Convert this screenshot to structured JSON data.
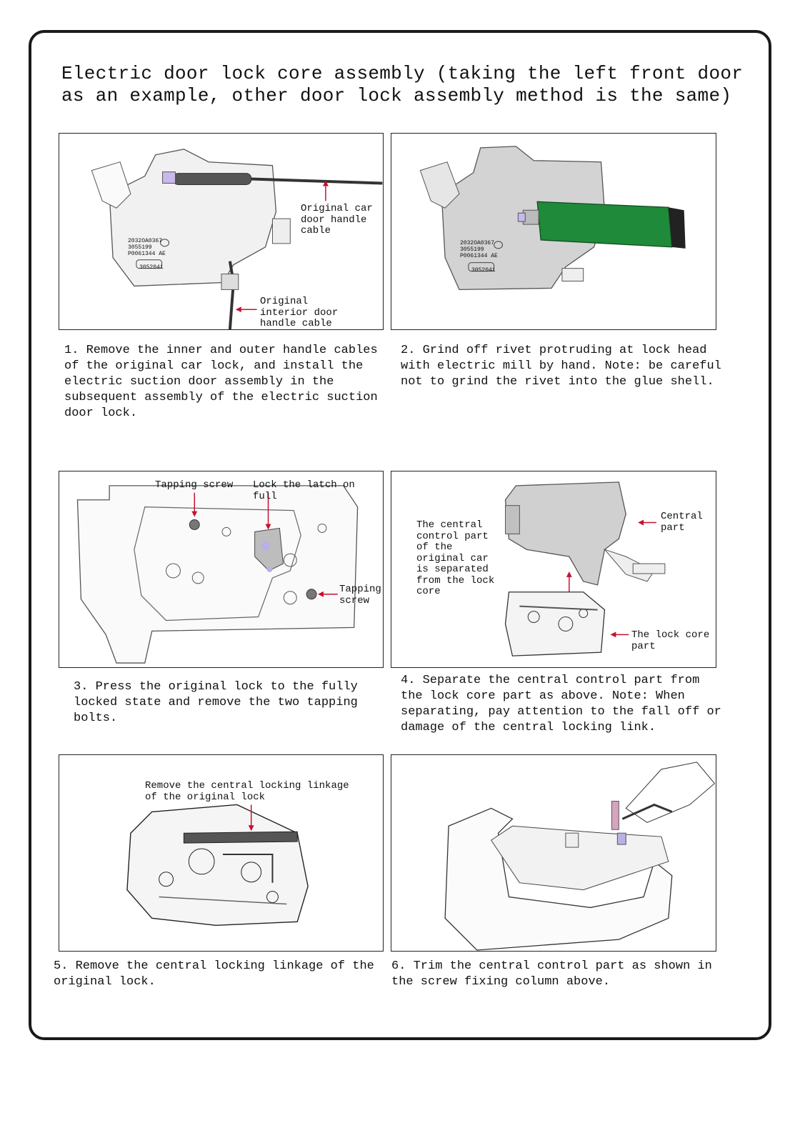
{
  "title": "Electric door lock core assembly (taking the left front door as an example, other door lock assembly method is the same)",
  "steps": [
    {
      "caption": "1. Remove the inner and outer handle cables of the original car lock, and install the electric suction door assembly in the subsequent assembly of the electric suction door lock.",
      "labels": {
        "outer_cable": "Original car door handle cable",
        "inner_cable": "Original interior door handle cable",
        "part_numbers": [
          "2032OA0367",
          "3055199",
          "P0061344 AE"
        ],
        "stamp": "3052041"
      }
    },
    {
      "caption": "2. Grind off rivet protruding at lock head with electric mill by hand. Note: be careful not to grind the rivet into the glue shell.",
      "labels": {
        "part_numbers": [
          "2032OA0367",
          "3055199",
          "P0061344 AE"
        ],
        "stamp": "3052041"
      }
    },
    {
      "caption": "3. Press the original lock to the fully locked state and remove the two tapping bolts.",
      "labels": {
        "tapping_screw_top": "Tapping screw",
        "latch": "Lock the latch on full",
        "tapping_screw_right": "Tapping screw"
      }
    },
    {
      "caption": "4. Separate the central control part from the lock core part as above. Note: When separating, pay attention to the fall off or damage of the central locking link.",
      "labels": {
        "central_control": "The central control part of the original car is separated from the lock core",
        "central_part": "Central part",
        "lock_core_part": "The lock core part"
      }
    },
    {
      "caption": "5. Remove the central locking linkage of the original lock.",
      "labels": {
        "linkage": "Remove the central locking linkage of the original lock"
      }
    },
    {
      "caption": "6. Trim the central control part as shown in the screw fixing column above.",
      "labels": {}
    }
  ],
  "colors": {
    "arrow": "#c8102e",
    "mill": "#1f8a3a",
    "outline": "#555555",
    "shade": "#e9e9e9"
  }
}
